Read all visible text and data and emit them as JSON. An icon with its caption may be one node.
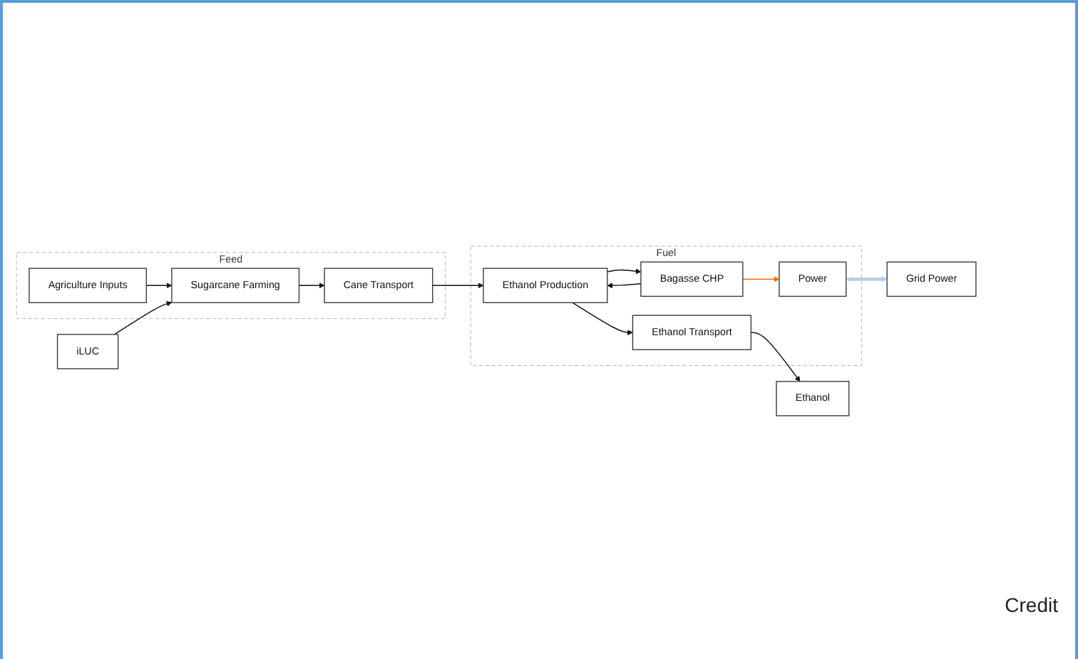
{
  "diagram": {
    "nodes": [
      {
        "text": [
          "Feed"
        ]
      },
      {
        "text": [
          "Agriculture Inputs"
        ],
        "in": 0
      },
      {
        "text": [
          "Sugarcane Farming"
        ],
        "in": 0
      },
      {
        "text": [
          "Cane Transport"
        ],
        "in": 0
      },
      {
        "text": [
          "iLUC"
        ]
      },
      {
        "text": [
          "Fuel"
        ]
      },
      {
        "text": [
          "Ethanol Production"
        ],
        "in": 5
      },
      {
        "text": [
          "Ethanol Transport"
        ],
        "in": 5
      },
      {
        "text": [
          "Bagasse CHP"
        ],
        "in": 5
      },
      {
        "text": [
          "Power"
        ],
        "in": 5
      },
      {
        "text": [
          "Ethanol"
        ]
      },
      {
        "text": [
          "Grid Power"
        ]
      }
    ],
    "edges": [
      {
        "from": 1,
        "to": 2,
        "arrow": "to"
      },
      {
        "from": 2,
        "to": 3,
        "arrow": "to"
      },
      {
        "from": 4,
        "to": 2,
        "arrow": "to"
      },
      {
        "from": 3,
        "to": 6,
        "arrow": "to"
      },
      {
        "from": 6,
        "to": 7,
        "arrow": "to"
      },
      {
        "from": 7,
        "to": 10,
        "arrow": "to"
      },
      {
        "from": 6,
        "to": 8,
        "arrow": "to"
      },
      {
        "from": 8,
        "to": 6,
        "arrow": "to"
      },
      {
        "from": 8,
        "to": 9,
        "arrow": "to",
        "color": "#ff6600"
      },
      {
        "from": 9,
        "to": 11,
        "arrow": "both",
        "style": "thick",
        "color": "#b8cce4"
      }
    ],
    "labels": [
      "Credit"
    ]
  }
}
